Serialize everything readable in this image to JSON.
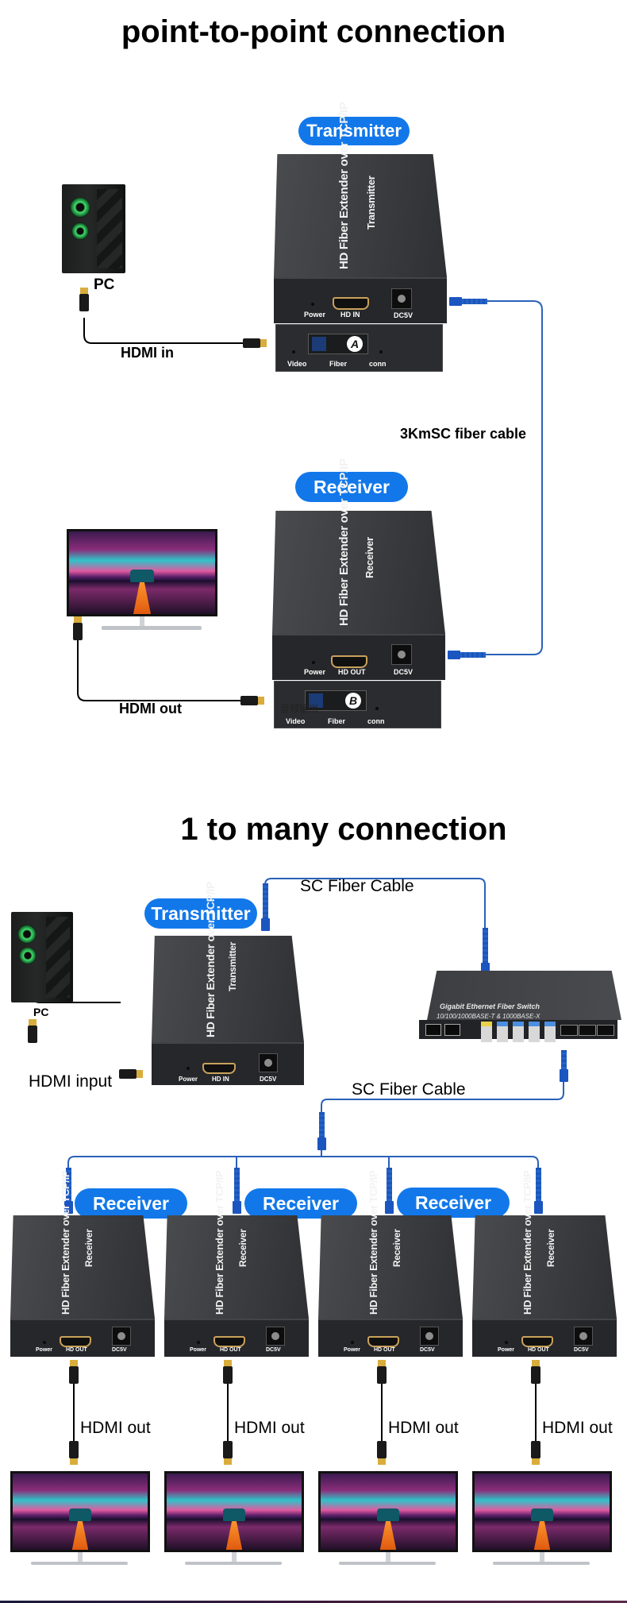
{
  "sections": {
    "p2p": {
      "title": "point-to-point connection",
      "transmitter_badge": "Transmitter",
      "receiver_badge": "Receiver",
      "pc_label": "PC",
      "hdmi_in_label": "HDMI in",
      "hdmi_out_label": "HDMI out",
      "fiber_label": "3KmSC fiber cable",
      "transmitter_unit": {
        "product_text": "HD Fiber Extender over TCP/IP",
        "role_text": "Transmitter",
        "ports": [
          "Power",
          "HD IN",
          "DC5V"
        ],
        "lower_ports": [
          "Video",
          "Fiber",
          "conn"
        ],
        "fiber_badge": "A"
      },
      "receiver_unit": {
        "product_text": "HD Fiber Extender over TCP/IP",
        "role_text": "Receiver",
        "ports": [
          "Power",
          "HD OUT",
          "DC5V"
        ],
        "lower_ports": [
          "Video",
          "Fiber",
          "conn"
        ],
        "fiber_badge": "B",
        "overlay_text": "音频输出"
      }
    },
    "one_to_many": {
      "title": "1 to many connection",
      "transmitter_badge": "Transmitter",
      "pc_label": "PC",
      "hdmi_input_label": "HDMI input",
      "fiber_label_top": "SC Fiber Cable",
      "fiber_label_bottom": "SC Fiber Cable",
      "transmitter_unit": {
        "product_text": "HD Fiber Extender over TCP/IP",
        "role_text": "Transmitter",
        "ports": [
          "Power",
          "HD IN",
          "DC5V"
        ]
      },
      "switch": {
        "line1": "Gigabit Ethernet Fiber Switch",
        "line2": "10/100/1000BASE-T & 1000BASE-X"
      },
      "receiver_badges": [
        "Receiver",
        "Receiver",
        "Receiver"
      ],
      "receivers": [
        {
          "product_text": "HD Fiber Extender over TCP/IP",
          "role_text": "Receiver",
          "ports": [
            "Power",
            "HD OUT",
            "DC5V"
          ],
          "hdmi_label": "HDMI out"
        },
        {
          "product_text": "HD Fiber Extender over TCP/IP",
          "role_text": "Receiver",
          "ports": [
            "Power",
            "HD OUT",
            "DC5V"
          ],
          "hdmi_label": "HDMI out"
        },
        {
          "product_text": "HD Fiber Extender over TCP/IP",
          "role_text": "Receiver",
          "ports": [
            "Power",
            "HD OUT",
            "DC5V"
          ],
          "hdmi_label": "HDMI out"
        },
        {
          "product_text": "HD Fiber Extender over TCP/IP",
          "role_text": "Receiver",
          "ports": [
            "Power",
            "HD OUT",
            "DC5V"
          ],
          "hdmi_label": "HDMI out"
        }
      ]
    }
  },
  "colors": {
    "badge_blue": "#1278ea",
    "fiber_blue": "#2a62b8",
    "hdmi_cable": "#000000",
    "device_body": "#2a2b2e"
  }
}
